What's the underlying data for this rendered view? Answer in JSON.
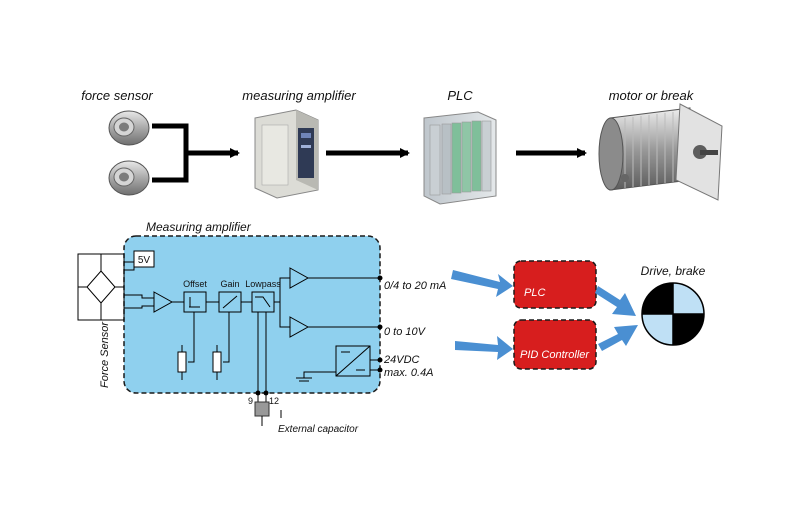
{
  "top_row": {
    "force_sensor": "force sensor",
    "measuring_amplifier": "measuring amplifier",
    "plc": "PLC",
    "motor": "motor or break"
  },
  "schematic": {
    "title": "Measuring amplifier",
    "supply_5v": "5V",
    "offset": "Offset",
    "gain": "Gain",
    "lowpass": "Lowpass",
    "out_current": "0/4 to 20 mA",
    "out_voltage": "0 to 10V",
    "supply_voltage": "24VDC",
    "supply_current": "max. 0.4A",
    "pin_9": "9",
    "pin_12": "12",
    "external_capacitor": "External capacitor",
    "force_sensor_vertical": "Force Sensor"
  },
  "right_side": {
    "plc_box": "PLC",
    "pid_box": "PID Controller",
    "drive_label": "Drive, brake"
  },
  "colors": {
    "amp_fill": "#8fd0ee",
    "red_box": "#d71e1e",
    "arrow_blue": "#4a8fd2",
    "drive_light": "#bfe0f5"
  }
}
